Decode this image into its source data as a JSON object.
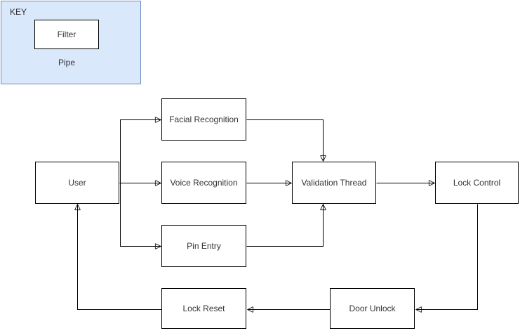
{
  "legend": {
    "heading": "KEY",
    "filter_label": "Filter",
    "pipe_label": "Pipe",
    "colors": {
      "legend_fill": "#dae8fc",
      "legend_border": "#6c8ebf",
      "node_fill": "#ffffff",
      "node_border": "#000000",
      "connector": "#000000",
      "text": "#333333"
    }
  },
  "diagram": {
    "nodes": [
      {
        "id": "user",
        "label": "User"
      },
      {
        "id": "facial-recognition",
        "label": "Facial Recognition"
      },
      {
        "id": "voice-recognition",
        "label": "Voice Recognition"
      },
      {
        "id": "pin-entry",
        "label": "Pin Entry"
      },
      {
        "id": "validation-thread",
        "label": "Validation Thread"
      },
      {
        "id": "lock-control",
        "label": "Lock Control"
      },
      {
        "id": "door-unlock",
        "label": "Door Unlock"
      },
      {
        "id": "lock-reset",
        "label": "Lock Reset"
      }
    ],
    "edges": [
      {
        "from": "user",
        "to": "facial-recognition"
      },
      {
        "from": "user",
        "to": "voice-recognition"
      },
      {
        "from": "user",
        "to": "pin-entry"
      },
      {
        "from": "facial-recognition",
        "to": "validation-thread"
      },
      {
        "from": "voice-recognition",
        "to": "validation-thread"
      },
      {
        "from": "pin-entry",
        "to": "validation-thread"
      },
      {
        "from": "validation-thread",
        "to": "lock-control"
      },
      {
        "from": "lock-control",
        "to": "door-unlock"
      },
      {
        "from": "door-unlock",
        "to": "lock-reset"
      },
      {
        "from": "lock-reset",
        "to": "user"
      }
    ]
  }
}
